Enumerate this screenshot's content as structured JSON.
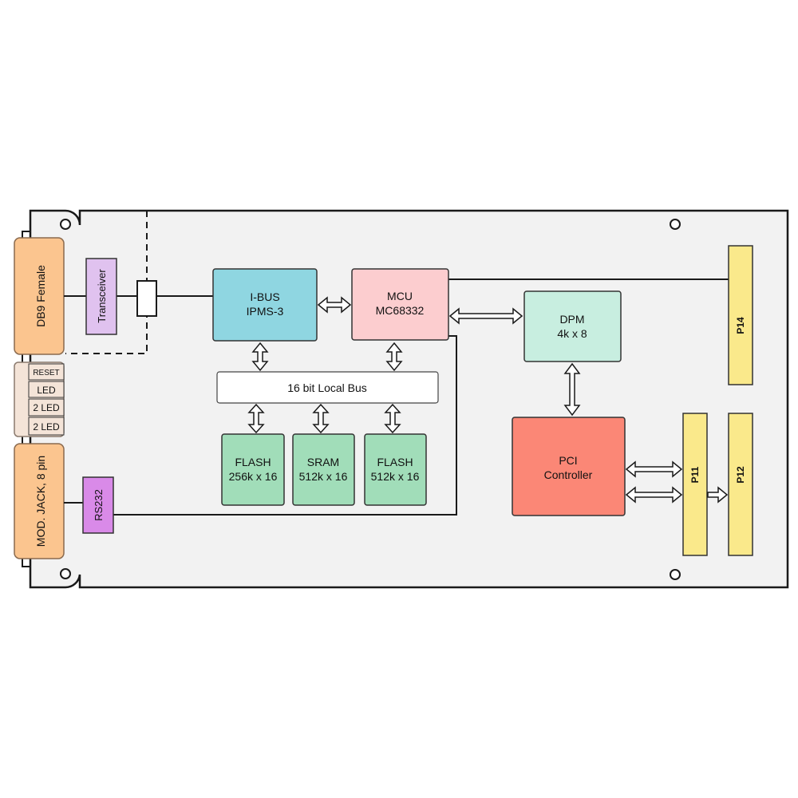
{
  "colors": {
    "board": "#f2f2f2",
    "connector_orange": "#fbc58f",
    "transceiver_purple": "#e0c2ef",
    "rs232_purple": "#d98ae8",
    "ibus_blue": "#8fd6e1",
    "mcu_pink": "#fccdcf",
    "dpm_mint": "#c8eee0",
    "memory_green": "#a1ddb9",
    "pci_red": "#fb8776",
    "header_yellow": "#fae98b",
    "localbus_white": "#ffffff",
    "front_panel": "#f4e4d8"
  },
  "front_panel": {
    "db9": "DB9 Female",
    "reset": "RESET",
    "led": "LED",
    "led2a": "2 LED",
    "led2b": "2 LED",
    "modjack": "MOD. JACK, 8 pin"
  },
  "blocks": {
    "transceiver": "Transceiver",
    "rs232": "RS232",
    "ibus_line1": "I-BUS",
    "ibus_line2": "IPMS-3",
    "mcu_line1": "MCU",
    "mcu_line2": "MC68332",
    "dpm_line1": "DPM",
    "dpm_line2": "4k x 8",
    "local_bus": "16 bit Local Bus",
    "flash1_line1": "FLASH",
    "flash1_line2": "256k x 16",
    "sram_line1": "SRAM",
    "sram_line2": "512k x 16",
    "flash2_line1": "FLASH",
    "flash2_line2": "512k x 16",
    "pci_line1": "PCI",
    "pci_line2": "Controller"
  },
  "headers": {
    "p14": "P14",
    "p11": "P11",
    "p12": "P12"
  }
}
